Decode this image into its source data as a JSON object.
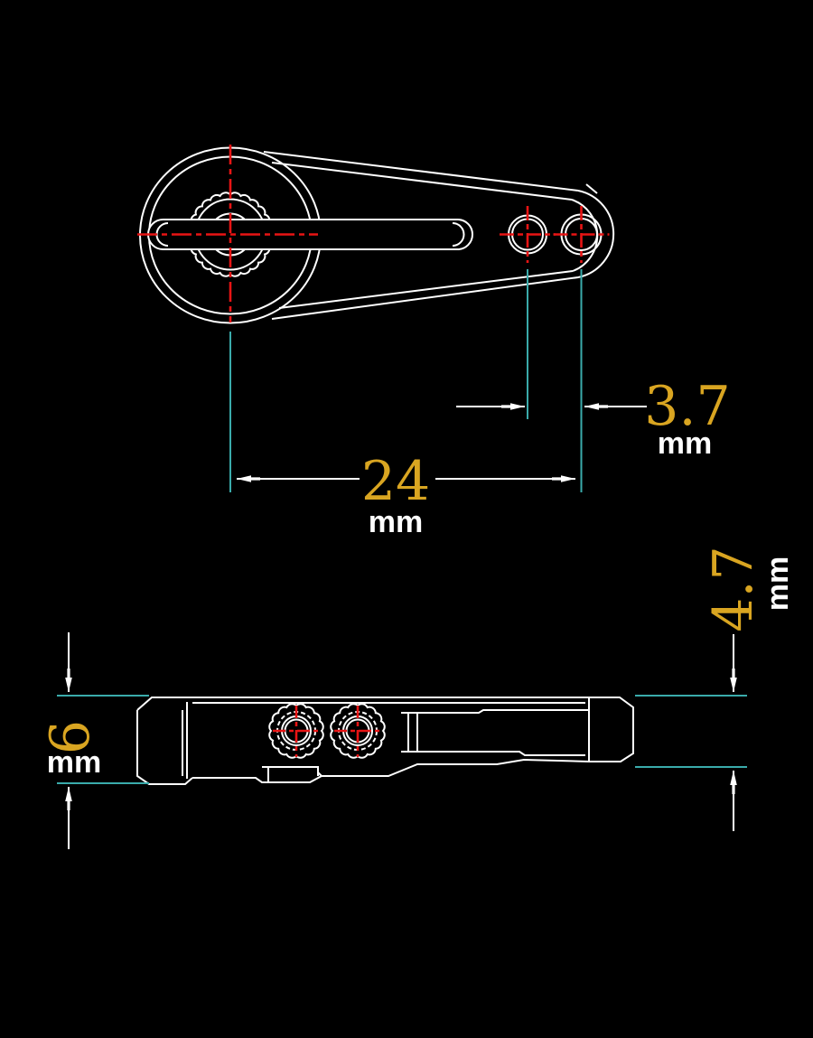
{
  "drawing": {
    "type": "cad-two-view-technical-drawing",
    "colors": {
      "background": "#000000",
      "outline": "#ffffff",
      "centerline": "#e81414",
      "extension": "#3aabab",
      "dim_value": "#d9a521",
      "dim_unit": "#ffffff"
    },
    "dimensions": {
      "hole_spacing": {
        "value": "3.7",
        "unit": "mm"
      },
      "hub_to_outer_hole": {
        "value": "24",
        "unit": "mm"
      },
      "arm_thickness": {
        "value": "4.7",
        "unit": "mm"
      },
      "hub_height": {
        "value": "6",
        "unit": "mm"
      }
    }
  }
}
